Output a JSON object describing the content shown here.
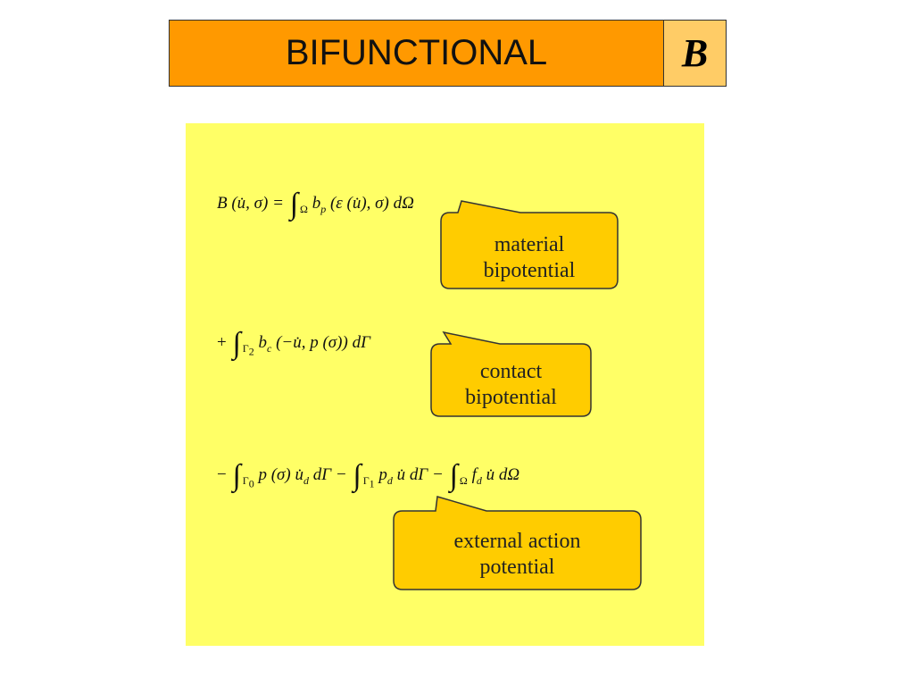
{
  "header": {
    "title": "BIFUNCTIONAL",
    "letter": "B"
  },
  "equations": {
    "line1": {
      "lhs": "B (u̇, σ) =",
      "integral_domain": "Ω",
      "integrand": "b",
      "integrand_sub": "p",
      "args": "(ε (u̇), σ) dΩ"
    },
    "line2": {
      "prefix": "+",
      "integral_domain": "Γ",
      "integral_domain_sub": "2",
      "integrand": "b",
      "integrand_sub": "c",
      "args": "(−u̇, p (σ)) dΓ"
    },
    "line3": {
      "prefix": "−",
      "int1_domain": "Γ",
      "int1_domain_sub": "0",
      "term1": "p (σ) u̇",
      "term1_sub": "d",
      "term1_end": "dΓ −",
      "int2_domain": "Γ",
      "int2_domain_sub": "1",
      "term2": "p",
      "term2_sub": "d",
      "term2_end": "u̇ dΓ −",
      "int3_domain": "Ω",
      "term3": "f",
      "term3_sub": "d",
      "term3_end": "u̇ dΩ"
    }
  },
  "callouts": [
    {
      "line1": "material",
      "line2": "bipotential"
    },
    {
      "line1": "contact",
      "line2": "bipotential"
    },
    {
      "line1": "external action",
      "line2": "potential"
    }
  ],
  "colors": {
    "title_bg": "#ff9900",
    "title_letter_bg": "#ffcc66",
    "panel_bg": "#ffff66",
    "callout_fill": "#ffcc00"
  }
}
